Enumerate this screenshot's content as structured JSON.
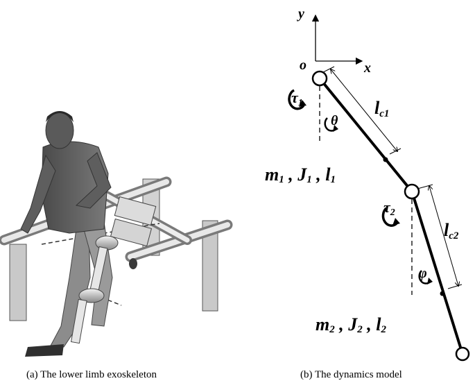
{
  "captions": {
    "left": "(a)  The lower limb exoskeleton",
    "right": "(b)  The dynamics model"
  },
  "axes": {
    "y": "y",
    "x": "x",
    "origin": "o"
  },
  "link1": {
    "torque": "τ",
    "torque_sub": "1",
    "angle": "θ",
    "lc": "l",
    "lc_sub": "c1",
    "params": {
      "m": "m",
      "m_sub": "1",
      "J": "J",
      "J_sub": "1",
      "l": "l",
      "l_sub": "1"
    }
  },
  "link2": {
    "torque": "τ",
    "torque_sub": "2",
    "angle": "φ",
    "lc": "l",
    "lc_sub": "c2",
    "params": {
      "m": "m",
      "m_sub": "2",
      "J": "J",
      "J_sub": "2",
      "l": "l",
      "l_sub": "2"
    }
  },
  "colors": {
    "ink": "#000000",
    "figure": "#6e6e6e",
    "panel": "#c9c9c9",
    "frame": "#e4e4e4"
  }
}
